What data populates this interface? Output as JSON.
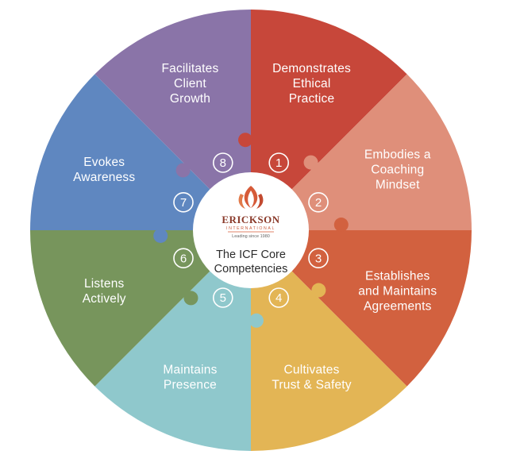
{
  "center": {
    "brand_name": "ERICKSON",
    "brand_sub": "INTERNATIONAL",
    "brand_tagline": "Leading since 1980",
    "title_line1": "The ICF Core",
    "title_line2": "Competencies"
  },
  "competencies": [
    {
      "number": "1",
      "lines": [
        "Demonstrates",
        "Ethical",
        "Practice"
      ],
      "color": "#c7473a"
    },
    {
      "number": "2",
      "lines": [
        "Embodies a",
        "Coaching",
        "Mindset"
      ],
      "color": "#df8f7a"
    },
    {
      "number": "3",
      "lines": [
        "Establishes",
        "and Maintains",
        "Agreements"
      ],
      "color": "#d2613f"
    },
    {
      "number": "4",
      "lines": [
        "Cultivates",
        "Trust & Safety"
      ],
      "color": "#e3b555"
    },
    {
      "number": "5",
      "lines": [
        "Maintains",
        "Presence"
      ],
      "color": "#8fc8cc"
    },
    {
      "number": "6",
      "lines": [
        "Listens",
        "Actively"
      ],
      "color": "#77955c"
    },
    {
      "number": "7",
      "lines": [
        "Evokes",
        "Awareness"
      ],
      "color": "#5f87c0"
    },
    {
      "number": "8",
      "lines": [
        "Facilitates",
        "Client",
        "Growth"
      ],
      "color": "#8a74a8"
    }
  ]
}
